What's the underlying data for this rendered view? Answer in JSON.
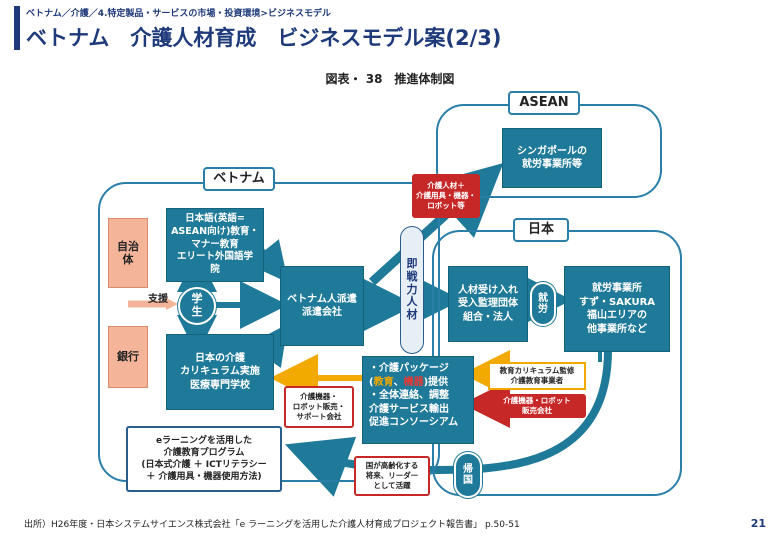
{
  "header": {
    "breadcrumb": "ベトナム／介護／4.特定製品・サービスの市場・投資環境>ビジネスモデル",
    "title": "ベトナム　介護人材育成　ビジネスモデル案(2/3)"
  },
  "figure_title": "図表・ 38　推進体制図",
  "regions": {
    "vietnam": "ベトナム",
    "asean": "ASEAN",
    "japan": "日本"
  },
  "boxes": {
    "jichitai": "自治\n体",
    "ginko": "銀行",
    "language_school": "日本語(英語=\nASEAN向け)教育・\nマナー教育\nエリート外国語学\n院",
    "care_school": "日本の介護\nカリキュラム実施\n医療専門学校",
    "dispatch": "ベトナム人派遣\n派遣会社",
    "singapore": "シンガポールの\n就労事業所等",
    "receiving": "人材受け入れ\n受入監理団体\n組合・法人",
    "workplace": "就労事業所\nすず・SAKURA\n福山エリアの\n他事業所など"
  },
  "circles": {
    "student": "学\n生",
    "shuro": "就\n労",
    "kikoku": "帰\n国"
  },
  "pill_sokusenryoku": "即\n戦\n力\n人\n材",
  "support_label": "支援",
  "red_boxes": {
    "to_asean": "介護人材＋\n介護用具・機器・\nロボット等",
    "sales_support": "介護機器・\nロボット販売・\nサポート会社",
    "device_sales": "介護機器・ロボット\n販売会社",
    "future_leader": "国が高齢化する\n将来、リーダー\nとして活躍"
  },
  "yellow_box": "教育カリキュラム監修\n介護教育事業者",
  "package": {
    "line1": "・介護パッケージ",
    "edu": "教育",
    "sep": "、",
    "device": "機器",
    "tail": ")提供",
    "open": "(",
    "line3": "・全体連絡、調整",
    "line4": "介護サービス輸出",
    "line5": "促進コンソーシアム"
  },
  "callout": "eラーニングを活用した\n介護教育プログラム\n(日本式介護 ＋ ICTリテラシー\n＋ 介護用具・機器使用方法)",
  "footer": {
    "source": "出所）H26年度・日本システムサイエンス株式会社「e ラーニングを活用した介護人材育成プロジェクト報告書」 p.50-51",
    "page": "21"
  },
  "colors": {
    "accent": "#1f3a7a",
    "teal": "#1f7a99",
    "border": "#2a7fa8",
    "red": "#c62828",
    "amber": "#f2a900",
    "pink": "#f4b49a"
  }
}
